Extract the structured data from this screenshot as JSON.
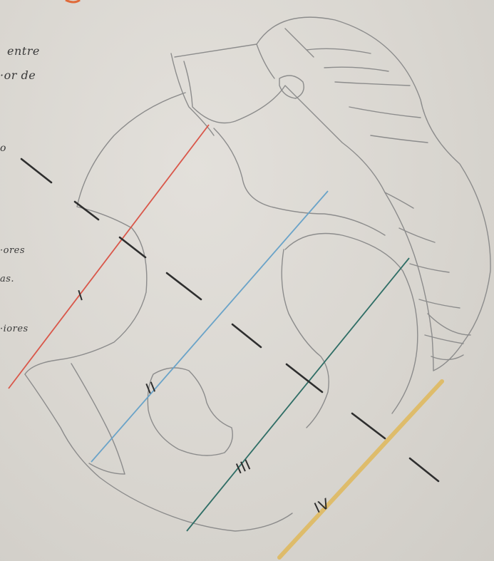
{
  "notes": {
    "line1": "entre",
    "line2": "·or de",
    "line3": "o",
    "line4": "·ores",
    "line5": "as.",
    "line6": "·iores"
  },
  "plane_labels": {
    "plane1": "I",
    "plane2": "II",
    "plane3": "III",
    "plane4": "IV"
  },
  "colors": {
    "paper": "#dcd9d3",
    "pencil": "#8a8a8a",
    "ink": "#2e2e2e",
    "plane1": "#d9574a",
    "plane2": "#6aa3c8",
    "plane3": "#2f6e66",
    "plane4": "#e0b85a",
    "header_red": "#e06a3a"
  }
}
